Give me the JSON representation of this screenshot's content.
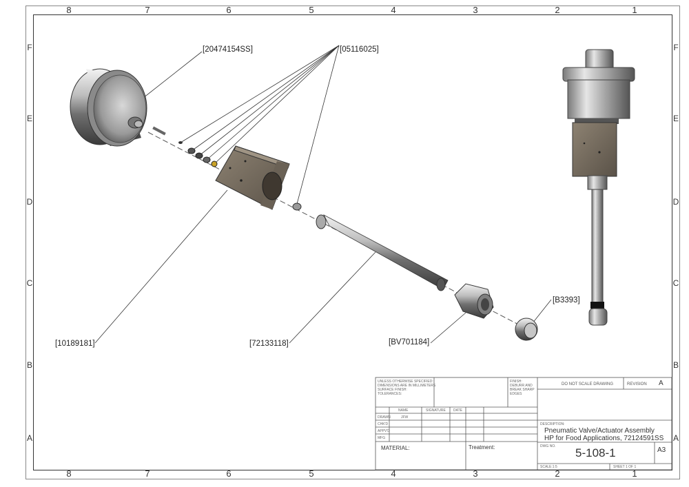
{
  "zones": {
    "columns": [
      "8",
      "7",
      "6",
      "5",
      "4",
      "3",
      "2",
      "1"
    ],
    "rows": [
      "F",
      "E",
      "D",
      "C",
      "B",
      "A"
    ]
  },
  "callouts": {
    "gauge": "[20474154SS]",
    "seals": "[05116025]",
    "block": "[10189181]",
    "rod": "[72133118]",
    "nut": "[BV701184]",
    "tip": "[B3393]"
  },
  "title_block": {
    "unless_note": [
      "UNLESS OTHERWISE SPECIFIED:",
      "DIMENSIONS ARE IN MILLIMETERS",
      "SURFACE FINISH:",
      "TOLERANCES:"
    ],
    "finish_note": [
      "FINISH:",
      "DEBURR AND",
      "BREAK SHARP",
      "EDGES"
    ],
    "do_not_scale": "DO NOT SCALE DRAWING",
    "revision_label": "REVISION",
    "revision": "A",
    "col_headers": [
      "NAME",
      "SIGNATURE",
      "DATE"
    ],
    "rows": [
      "DRAWN",
      "CHK'D",
      "APPV'D",
      "MFG"
    ],
    "drawn_by": "JFW",
    "description_label": "DESCRIPTION:",
    "description_1": "Pneumatic Valve/Actuator Assembly",
    "description_2": "HP for Food Applications, 72124591SS",
    "material_label": "MATERIAL:",
    "treatment_label": "Treatment:",
    "dwg_no_label": "DWG NO.",
    "dwg_no": "5-108-1",
    "size": "A3",
    "scale": "SCALE:1:5",
    "sheet": "SHEET 1 OF 1"
  }
}
